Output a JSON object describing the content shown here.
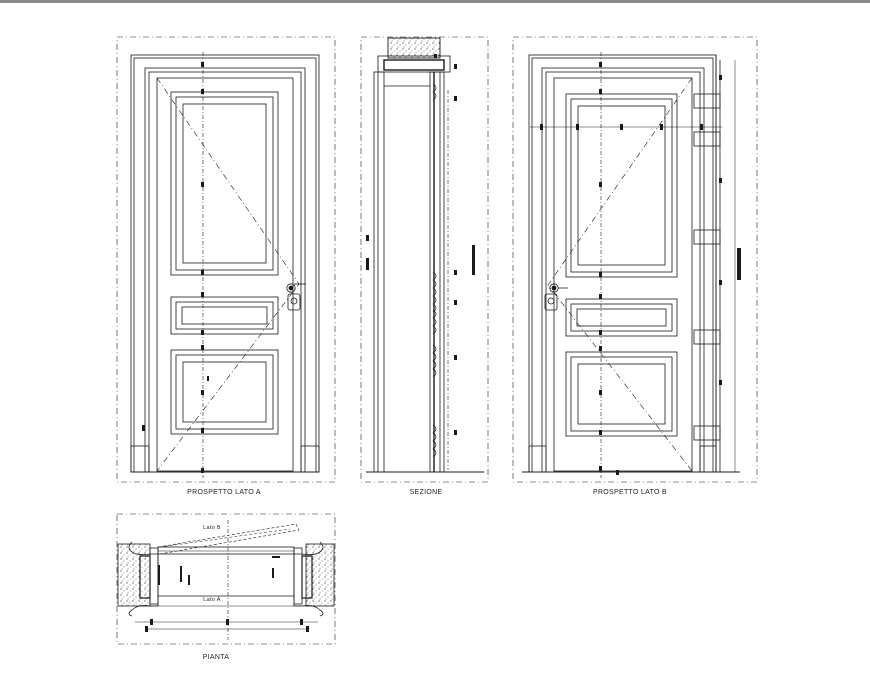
{
  "views": {
    "elevation_a": {
      "title": "PROSPETTO LATO  A"
    },
    "section": {
      "title": "SEZIONE"
    },
    "elevation_b": {
      "title": "PROSPETTO LATO B"
    },
    "plan": {
      "title": "PIANTA",
      "side_b_label": "Lato B",
      "side_a_label": "Lato A"
    }
  },
  "colors": {
    "line": "#1a1a1a",
    "background": "#ffffff",
    "frame_bar": "#8a8a8a",
    "hatch": "#555555"
  }
}
